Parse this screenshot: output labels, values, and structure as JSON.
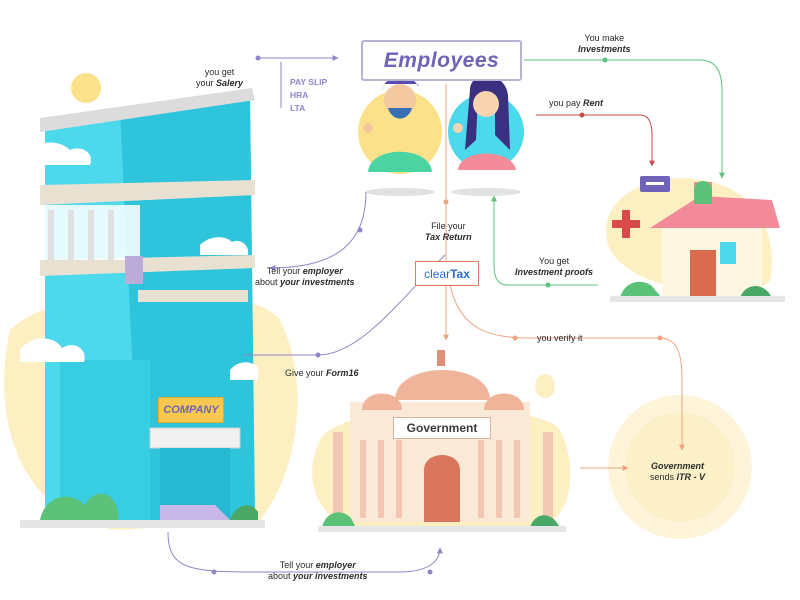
{
  "title": "Employees",
  "company_sign": "COMPANY",
  "government_sign": "Government",
  "cleartax": {
    "part1": "clear",
    "part2": "Tax"
  },
  "payslip_items": [
    "PAY SLIP",
    "HRA",
    "LTA"
  ],
  "labels": {
    "salary": {
      "line1": "you get",
      "line2_plain": "your ",
      "line2_em": "Salery"
    },
    "investments_make": {
      "line1": "You make",
      "line2_em": "Investments"
    },
    "rent": {
      "plain": "you pay ",
      "em": "Rent"
    },
    "tax_return": {
      "line1": "File your",
      "line2_em": "Tax Return"
    },
    "investment_proofs": {
      "line1": "You get",
      "line2_em": "Investment proofs"
    },
    "tell_employer_1": {
      "line1_plain": "Tell your ",
      "line1_em": "employer",
      "line2_plain": "about ",
      "line2_em": "your investments"
    },
    "form16": {
      "plain": "Give your ",
      "em": "Form16"
    },
    "verify": {
      "text": "you verify it"
    },
    "itr": {
      "line1_em": "Government",
      "line2_plain": "sends ",
      "line2_em": "ITR - V"
    },
    "tell_employer_2": {
      "line1_plain": "Tell your ",
      "line1_em": "employer",
      "line2_plain": "about ",
      "line2_em": "your investments"
    }
  },
  "colors": {
    "purple": "#8f86c9",
    "green": "#5cc27a",
    "red": "#c94a4a",
    "orange": "#efa37f",
    "building_cyan": "#4dd9ec",
    "accent_yellow": "#fbe9a8"
  }
}
